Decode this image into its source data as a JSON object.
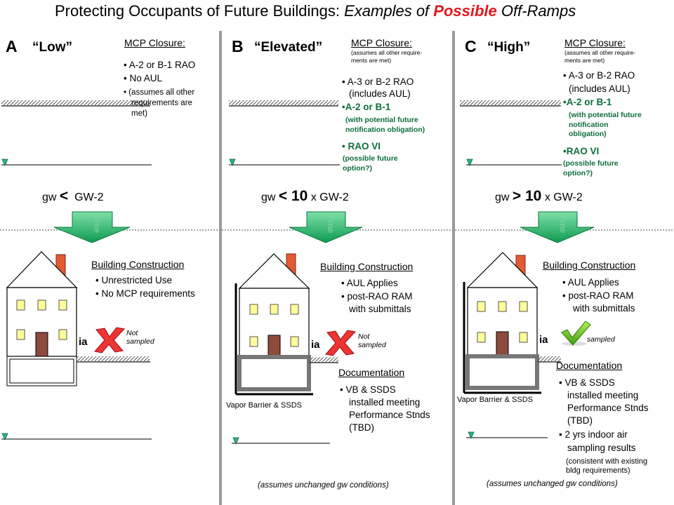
{
  "title": {
    "main": "Protecting Occupants of Future Buildings: ",
    "ex1": "Examples of ",
    "possible": "Possible",
    "ex2": " Off-Ramps"
  },
  "time_label": "Time",
  "assume_gw": "(assumes unchanged gw conditions)",
  "colors": {
    "possible": "#e3171c",
    "green_text": "#0d6d3b",
    "arrow": "#1db365",
    "window": "#ffff99",
    "chimney": "#e35a32",
    "door": "#8e4a3c"
  },
  "panels": {
    "A": {
      "letter": "A",
      "level": "“Low”",
      "mcp_header": "MCP Closure:",
      "mcp_items": [
        "• A-2 or B-1 RAO",
        "• No AUL",
        "• (assumes all other",
        "requirements are",
        "met)"
      ],
      "gw_prefix": "gw",
      "gw_op": "<",
      "gw_suffix": "GW-2",
      "bc_header": "Building Construction",
      "bc_items": [
        "• Unrestricted Use",
        "• No MCP requirements"
      ],
      "ia": "ia",
      "note": "Not\nsampled"
    },
    "B": {
      "letter": "B",
      "level": "“Elevated”",
      "mcp_header": "MCP Closure:",
      "mcp_sub": "(assumes all other require-\nments are met)",
      "mcp_items": [
        "• A-3 or B-2 RAO",
        "(includes AUL)"
      ],
      "green1": "•A-2 or B-1",
      "green1_sub": "(with potential future\nnotification obligation)",
      "green2": "• RAO VI",
      "green2_sub": "(possible future\noption?)",
      "gw_prefix": "gw",
      "gw_op": "< 10",
      "gw_suffix": "x GW-2",
      "bc_header": "Building Construction",
      "bc_items": [
        "• AUL Applies",
        "• post-RAO RAM",
        "with submittals"
      ],
      "ia": "ia",
      "note": "Not\nsampled",
      "doc_header": "Documentation",
      "doc_items": [
        "• VB & SSDS",
        "installed meeting",
        "Performance Stnds",
        "(TBD)"
      ],
      "caption": "Vapor Barrier & SSDS"
    },
    "C": {
      "letter": "C",
      "level": "“High”",
      "mcp_header": "MCP Closure:",
      "mcp_sub": "(assumes all other require-\nments are met)",
      "mcp_items": [
        "•  A-3 or B-2 RAO",
        "(includes AUL)"
      ],
      "green1": "•A-2 or B-1",
      "green1_sub": "(with potential future\nnotification\nobligation)",
      "green2": "•RAO VI",
      "green2_sub": "(possible future\noption?)",
      "gw_prefix": "gw",
      "gw_op": "> 10",
      "gw_suffix": "x GW-2",
      "bc_header": "Building Construction",
      "bc_items": [
        "• AUL Applies",
        "• post-RAO RAM",
        "with submittals"
      ],
      "ia": "ia",
      "note": "sampled",
      "doc_header": "Documentation",
      "doc_items": [
        "• VB & SSDS",
        "installed meeting",
        "Performance Stnds",
        "(TBD)",
        "•  2 yrs indoor air",
        "sampling results"
      ],
      "doc_sub": "(consistent with existing\nbldg requirements)",
      "caption": "Vapor Barrier & SSDS"
    }
  }
}
